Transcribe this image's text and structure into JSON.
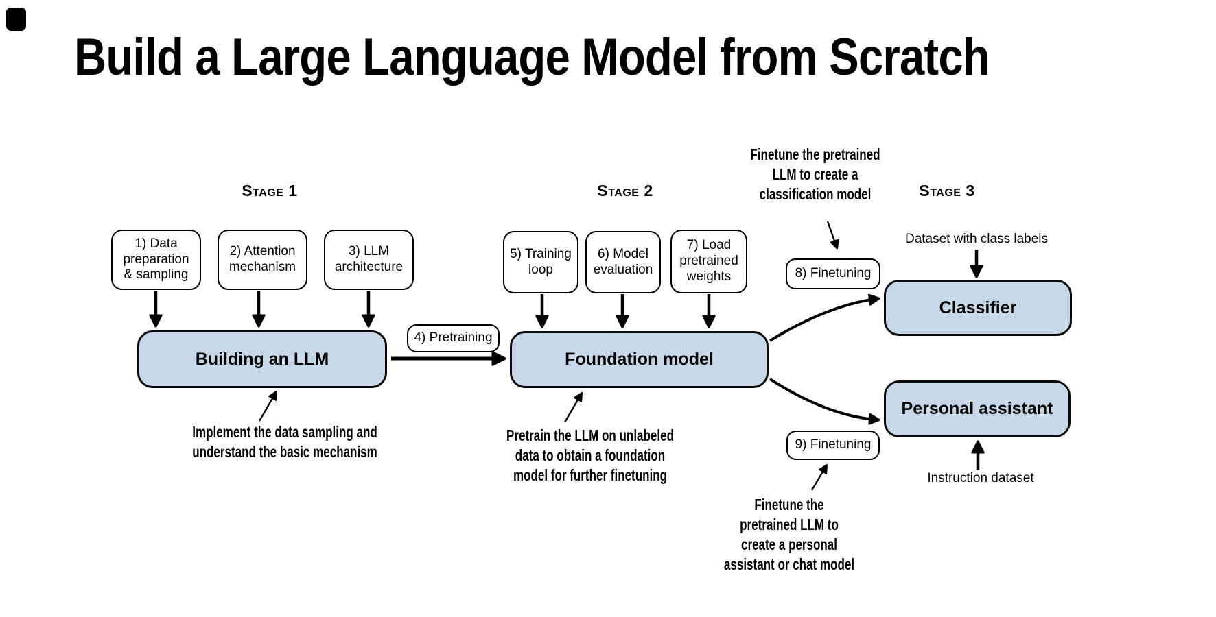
{
  "title": "Build a Large Language Model from Scratch",
  "stages": {
    "s1": "Stage 1",
    "s2": "Stage 2",
    "s3": "Stage 3"
  },
  "steps": {
    "s1": "1) Data\npreparation\n& sampling",
    "s2": "2) Attention\nmechanism",
    "s3": "3) LLM\narchitecture",
    "s4": "4) Pretraining",
    "s5": "5) Training\nloop",
    "s6": "6) Model\nevaluation",
    "s7": "7) Load\npretrained\nweights",
    "s8": "8) Finetuning",
    "s9": "9) Finetuning"
  },
  "models": {
    "building": "Building an LLM",
    "foundation": "Foundation model",
    "classifier": "Classifier",
    "assistant": "Personal assistant"
  },
  "annotations": {
    "implement": "Implement the data sampling and\nunderstand the basic mechanism",
    "pretrain": "Pretrain the LLM on unlabeled\ndata to obtain a foundation\nmodel for further finetuning",
    "classification": "Finetune the pretrained\nLLM to create a\nclassification model",
    "assistant": "Finetune the\npretrained LLM to\ncreate a personal\nassistant or chat model"
  },
  "labels": {
    "dataset_class": "Dataset with class labels",
    "instruction": "Instruction dataset"
  },
  "icons": {
    "corner_mark": "corner-mark-icon"
  },
  "colors": {
    "model_box_fill": "#c7d8e9",
    "outline": "#000000",
    "background": "#ffffff",
    "text": "#000000"
  }
}
